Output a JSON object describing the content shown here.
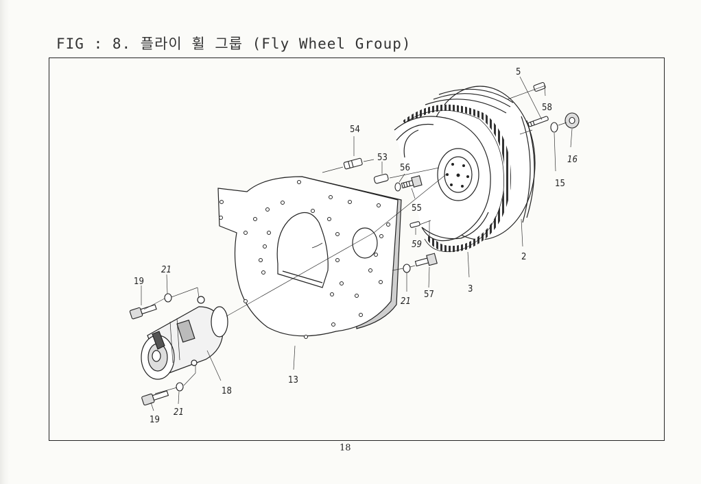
{
  "title": "FIG : 8. 플라이 휠 그룹 (Fly Wheel Group)",
  "page_number": "18",
  "callouts": {
    "c5": "5",
    "c58": "58",
    "c16": "16",
    "c15": "15",
    "c54": "54",
    "c53": "53",
    "c56": "56",
    "c55": "55",
    "c59": "59",
    "c2": "2",
    "c3": "3",
    "c21_mid": "21",
    "c57": "57",
    "c19_top": "19",
    "c21_top": "21",
    "c18": "18",
    "c13": "13",
    "c19_bottom": "19",
    "c21_bottom": "21"
  },
  "parts": [
    {
      "ref": "2",
      "name": "flywheel-ring-gear"
    },
    {
      "ref": "3",
      "name": "flywheel"
    },
    {
      "ref": "13",
      "name": "flywheel-housing-plate"
    },
    {
      "ref": "18",
      "name": "starter-motor"
    }
  ]
}
